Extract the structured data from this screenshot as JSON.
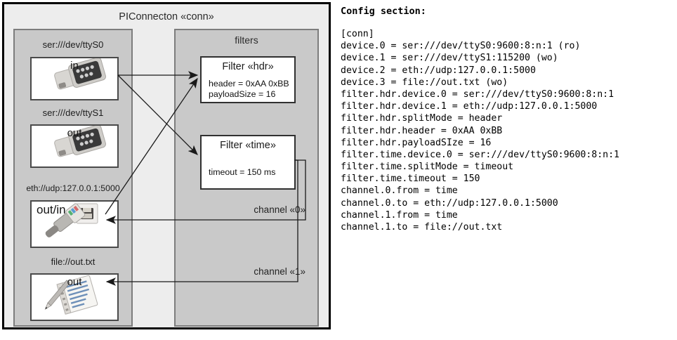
{
  "diagram": {
    "title": "PIConnecton «conn»",
    "devices_group": {
      "title": ""
    },
    "filters_group": {
      "title": "filters"
    },
    "devices": [
      {
        "label": "ser:///dev/ttyS0",
        "caption": "in",
        "icon": "serial-connector-icon"
      },
      {
        "label": "ser:///dev/ttyS1",
        "caption": "out",
        "icon": "serial-connector-icon"
      },
      {
        "label": "eth://udp:127.0.0.1:5000",
        "caption": "out/in",
        "icon": "ethernet-plug-icon"
      },
      {
        "label": "file://out.txt",
        "caption": "out",
        "icon": "text-file-pencil-icon"
      }
    ],
    "filters": [
      {
        "title": "Filter «hdr»",
        "attrs": [
          "header = 0xAA 0xBB",
          "payloadSize = 16"
        ]
      },
      {
        "title": "Filter «time»",
        "attrs": [
          "timeout = 150 ms"
        ]
      }
    ],
    "channels": [
      {
        "label": "channel «0»"
      },
      {
        "label": "channel «1»"
      }
    ],
    "colors": {
      "canvas": "#ffffff",
      "outer_fill": "#ededed",
      "outer_border": "#000000",
      "group_fill": "#c9c9c9",
      "group_border": "#7d7d7d",
      "node_fill": "#ffffff",
      "node_border": "#4a4a4a",
      "line": "#1a1a1a"
    }
  },
  "config": {
    "heading": "Config section:",
    "lines": [
      "[conn]",
      "device.0 = ser:///dev/ttyS0:9600:8:n:1 (ro)",
      "device.1 = ser:///dev/ttyS1:115200 (wo)",
      "device.2 = eth://udp:127.0.0.1:5000",
      "device.3 = file://out.txt (wo)",
      "filter.hdr.device.0 = ser:///dev/ttyS0:9600:8:n:1",
      "filter.hdr.device.1 = eth://udp:127.0.0.1:5000",
      "filter.hdr.splitMode = header",
      "filter.hdr.header = 0xAA 0xBB",
      "filter.hdr.payloadSIze = 16",
      "filter.time.device.0 = ser:///dev/ttyS0:9600:8:n:1",
      "filter.time.splitMode = timeout",
      "filter.time.timeout = 150",
      "channel.0.from = time",
      "channel.0.to = eth://udp:127.0.0.1:5000",
      "channel.1.from = time",
      "channel.1.to = file://out.txt"
    ]
  }
}
